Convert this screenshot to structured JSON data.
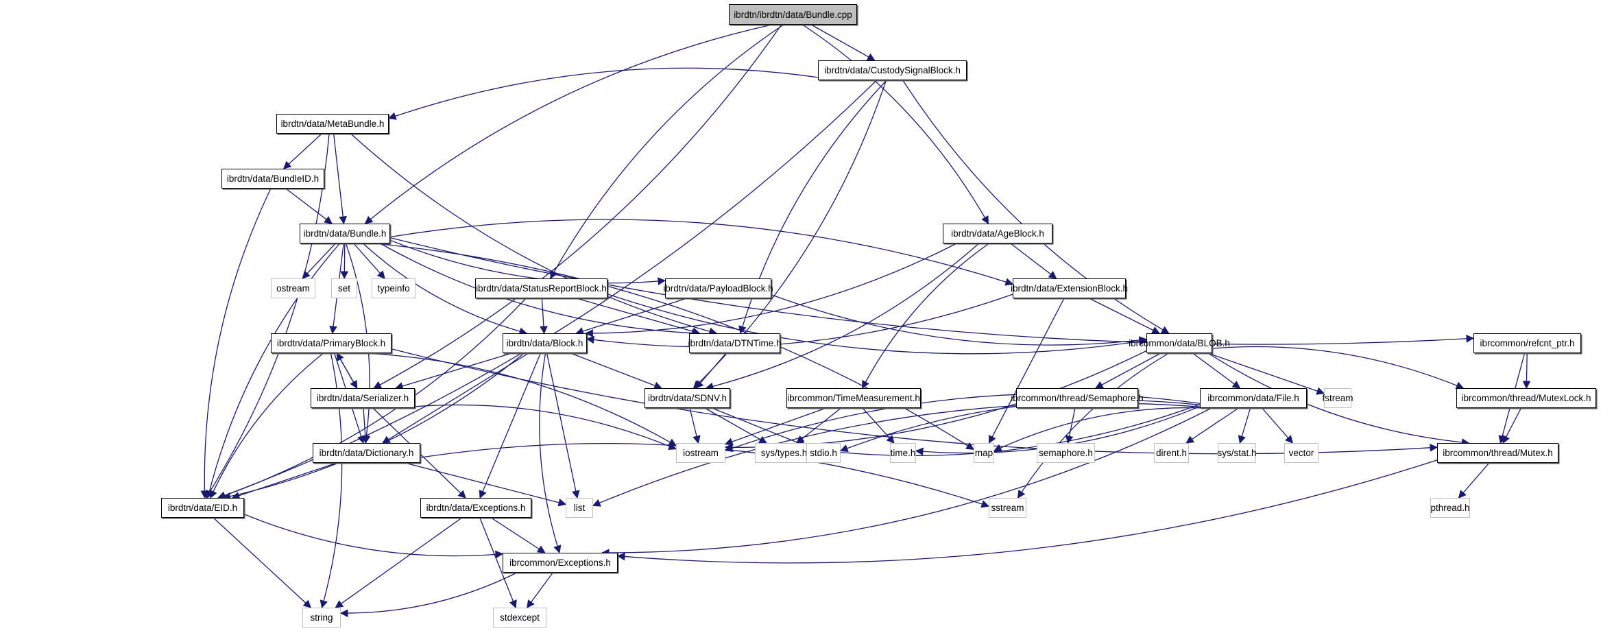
{
  "title": "ibrdtn/ibrdtn/data/Bundle.cpp",
  "colors": {
    "edge": "#191970",
    "root_fill": "#bfbfbf",
    "node_border": "#000000",
    "system_border": "#bfbfbf"
  },
  "nodes": [
    {
      "id": "bundle_cpp",
      "label": "ibrdtn/ibrdtn/data/Bundle.cpp",
      "kind": "root"
    },
    {
      "id": "custody",
      "label": "ibrdtn/data/CustodySignalBlock.h",
      "kind": "project"
    },
    {
      "id": "metabundle",
      "label": "ibrdtn/data/MetaBundle.h",
      "kind": "project"
    },
    {
      "id": "bundleid",
      "label": "ibrdtn/data/BundleID.h",
      "kind": "project"
    },
    {
      "id": "bundle_h",
      "label": "ibrdtn/data/Bundle.h",
      "kind": "project"
    },
    {
      "id": "ageblock",
      "label": "ibrdtn/data/AgeBlock.h",
      "kind": "project"
    },
    {
      "id": "ostream",
      "label": "ostream",
      "kind": "system"
    },
    {
      "id": "set",
      "label": "set",
      "kind": "system"
    },
    {
      "id": "typeinfo",
      "label": "typeinfo",
      "kind": "system"
    },
    {
      "id": "statusreport",
      "label": "ibrdtn/data/StatusReportBlock.h",
      "kind": "project"
    },
    {
      "id": "payload",
      "label": "ibrdtn/data/PayloadBlock.h",
      "kind": "project"
    },
    {
      "id": "extension",
      "label": "ibrdtn/data/ExtensionBlock.h",
      "kind": "project"
    },
    {
      "id": "primary",
      "label": "ibrdtn/data/PrimaryBlock.h",
      "kind": "project"
    },
    {
      "id": "block",
      "label": "ibrdtn/data/Block.h",
      "kind": "project"
    },
    {
      "id": "dtntime",
      "label": "ibrdtn/data/DTNTime.h",
      "kind": "project"
    },
    {
      "id": "blob",
      "label": "ibrcommon/data/BLOB.h",
      "kind": "project"
    },
    {
      "id": "refcnt",
      "label": "ibrcommon/refcnt_ptr.h",
      "kind": "project"
    },
    {
      "id": "serializer",
      "label": "ibrdtn/data/Serializer.h",
      "kind": "project"
    },
    {
      "id": "sdnv",
      "label": "ibrdtn/data/SDNV.h",
      "kind": "project"
    },
    {
      "id": "timemeas",
      "label": "ibrcommon/TimeMeasurement.h",
      "kind": "project"
    },
    {
      "id": "semaphore_h",
      "label": "ibrcommon/thread/Semaphore.h",
      "kind": "project"
    },
    {
      "id": "file",
      "label": "ibrcommon/data/File.h",
      "kind": "project"
    },
    {
      "id": "fstream",
      "label": "fstream",
      "kind": "system"
    },
    {
      "id": "mutexlock",
      "label": "ibrcommon/thread/MutexLock.h",
      "kind": "project"
    },
    {
      "id": "dictionary",
      "label": "ibrdtn/data/Dictionary.h",
      "kind": "project"
    },
    {
      "id": "iostream",
      "label": "iostream",
      "kind": "system"
    },
    {
      "id": "systypes",
      "label": "sys/types.h",
      "kind": "system"
    },
    {
      "id": "stdio",
      "label": "stdio.h",
      "kind": "system"
    },
    {
      "id": "time",
      "label": "time.h",
      "kind": "system"
    },
    {
      "id": "map",
      "label": "map",
      "kind": "system"
    },
    {
      "id": "semaphore",
      "label": "semaphore.h",
      "kind": "system"
    },
    {
      "id": "dirent",
      "label": "dirent.h",
      "kind": "system"
    },
    {
      "id": "sysstat",
      "label": "sys/stat.h",
      "kind": "system"
    },
    {
      "id": "vector",
      "label": "vector",
      "kind": "system"
    },
    {
      "id": "mutex",
      "label": "ibrcommon/thread/Mutex.h",
      "kind": "project"
    },
    {
      "id": "eid",
      "label": "ibrdtn/data/EID.h",
      "kind": "project"
    },
    {
      "id": "exceptions_dtn",
      "label": "ibrdtn/data/Exceptions.h",
      "kind": "project"
    },
    {
      "id": "list",
      "label": "list",
      "kind": "system"
    },
    {
      "id": "sstream",
      "label": "sstream",
      "kind": "system"
    },
    {
      "id": "pthread",
      "label": "pthread.h",
      "kind": "system"
    },
    {
      "id": "exceptions_common",
      "label": "ibrcommon/Exceptions.h",
      "kind": "project"
    },
    {
      "id": "string",
      "label": "string",
      "kind": "system"
    },
    {
      "id": "stdexcept",
      "label": "stdexcept",
      "kind": "system"
    }
  ],
  "edges": [
    [
      "bundle_cpp",
      "custody"
    ],
    [
      "bundle_cpp",
      "bundle_h"
    ],
    [
      "bundle_cpp",
      "serializer"
    ],
    [
      "bundle_cpp",
      "statusreport"
    ],
    [
      "bundle_cpp",
      "ageblock"
    ],
    [
      "custody",
      "metabundle"
    ],
    [
      "custody",
      "eid"
    ],
    [
      "custody",
      "dtntime"
    ],
    [
      "custody",
      "sdnv"
    ],
    [
      "custody",
      "blob"
    ],
    [
      "metabundle",
      "bundleid"
    ],
    [
      "metabundle",
      "bundle_h"
    ],
    [
      "metabundle",
      "eid"
    ],
    [
      "metabundle",
      "dtntime"
    ],
    [
      "bundleid",
      "bundle_h"
    ],
    [
      "bundleid",
      "eid"
    ],
    [
      "bundle_h",
      "ostream"
    ],
    [
      "bundle_h",
      "set"
    ],
    [
      "bundle_h",
      "typeinfo"
    ],
    [
      "bundle_h",
      "payload"
    ],
    [
      "bundle_h",
      "extension"
    ],
    [
      "bundle_h",
      "refcnt"
    ],
    [
      "bundle_h",
      "primary"
    ],
    [
      "bundle_h",
      "block"
    ],
    [
      "bundle_h",
      "dictionary"
    ],
    [
      "bundle_h",
      "eid"
    ],
    [
      "bundle_h",
      "map"
    ],
    [
      "bundle_h",
      "dtntime"
    ],
    [
      "ageblock",
      "block"
    ],
    [
      "ageblock",
      "extension"
    ],
    [
      "ageblock",
      "sdnv"
    ],
    [
      "ageblock",
      "timemeas"
    ],
    [
      "statusreport",
      "block"
    ],
    [
      "statusreport",
      "dtntime"
    ],
    [
      "statusreport",
      "eid"
    ],
    [
      "statusreport",
      "blob"
    ],
    [
      "payload",
      "block"
    ],
    [
      "payload",
      "blob"
    ],
    [
      "extension",
      "block"
    ],
    [
      "extension",
      "blob"
    ],
    [
      "extension",
      "map"
    ],
    [
      "primary",
      "serializer"
    ],
    [
      "primary",
      "dictionary"
    ],
    [
      "primary",
      "eid"
    ],
    [
      "primary",
      "iostream"
    ],
    [
      "primary",
      "mutex"
    ],
    [
      "primary",
      "string"
    ],
    [
      "block",
      "serializer"
    ],
    [
      "block",
      "sdnv"
    ],
    [
      "block",
      "dictionary"
    ],
    [
      "block",
      "eid"
    ],
    [
      "block",
      "exceptions_dtn"
    ],
    [
      "block",
      "list"
    ],
    [
      "block",
      "exceptions_common"
    ],
    [
      "dtntime",
      "sdnv"
    ],
    [
      "blob",
      "semaphore_h"
    ],
    [
      "blob",
      "file"
    ],
    [
      "blob",
      "fstream"
    ],
    [
      "blob",
      "mutexlock"
    ],
    [
      "blob",
      "mutex"
    ],
    [
      "blob",
      "iostream"
    ],
    [
      "blob",
      "sstream"
    ],
    [
      "refcnt",
      "mutexlock"
    ],
    [
      "refcnt",
      "mutex"
    ],
    [
      "serializer",
      "primary"
    ],
    [
      "serializer",
      "dictionary"
    ],
    [
      "serializer",
      "iostream"
    ],
    [
      "serializer",
      "exceptions_dtn"
    ],
    [
      "sdnv",
      "iostream"
    ],
    [
      "sdnv",
      "systypes"
    ],
    [
      "sdnv",
      "stdio"
    ],
    [
      "timemeas",
      "iostream"
    ],
    [
      "timemeas",
      "systypes"
    ],
    [
      "timemeas",
      "time"
    ],
    [
      "semaphore_h",
      "semaphore"
    ],
    [
      "file",
      "iostream"
    ],
    [
      "file",
      "systypes"
    ],
    [
      "file",
      "stdio"
    ],
    [
      "file",
      "time"
    ],
    [
      "file",
      "map"
    ],
    [
      "file",
      "dirent"
    ],
    [
      "file",
      "sysstat"
    ],
    [
      "file",
      "vector"
    ],
    [
      "file",
      "list"
    ],
    [
      "file",
      "exceptions_common"
    ],
    [
      "mutexlock",
      "mutex"
    ],
    [
      "dictionary",
      "eid"
    ],
    [
      "dictionary",
      "list"
    ],
    [
      "dictionary",
      "sstream"
    ],
    [
      "mutex",
      "pthread"
    ],
    [
      "mutex",
      "exceptions_common"
    ],
    [
      "eid",
      "exceptions_common"
    ],
    [
      "eid",
      "string"
    ],
    [
      "exceptions_dtn",
      "exceptions_common"
    ],
    [
      "exceptions_dtn",
      "string"
    ],
    [
      "exceptions_dtn",
      "stdexcept"
    ],
    [
      "exceptions_common",
      "string"
    ],
    [
      "exceptions_common",
      "stdexcept"
    ]
  ]
}
